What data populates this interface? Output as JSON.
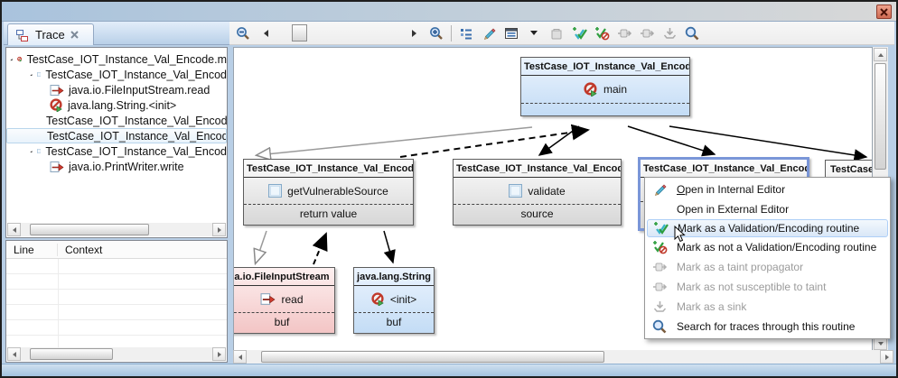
{
  "window": {
    "close_glyph": "x"
  },
  "tab": {
    "label": "Trace",
    "close_glyph": "✕"
  },
  "toolbar": {
    "icons": [
      "zoom-out",
      "scroll-left",
      "zoom-slider",
      "scroll-right",
      "zoom-in",
      "outline-list",
      "marker-pencil",
      "view-menu",
      "dropdown-arrow",
      "clear-markers-disabled",
      "mark-validation",
      "mark-not-validation",
      "taint-propagator-disabled",
      "not-susceptible-disabled",
      "sink-disabled",
      "search"
    ]
  },
  "tree": {
    "items": [
      {
        "label": "TestCase_IOT_Instance_Val_Encode.m"
      },
      {
        "label": "TestCase_IOT_Instance_Val_Encod"
      },
      {
        "label": "java.io.FileInputStream.read"
      },
      {
        "label": "java.lang.String.<init>"
      },
      {
        "label": "TestCase_IOT_Instance_Val_Encod"
      },
      {
        "label": "TestCase_IOT_Instance_Val_Encod"
      },
      {
        "label": "TestCase_IOT_Instance_Val_Encod"
      },
      {
        "label": "java.io.PrintWriter.write"
      }
    ]
  },
  "table": {
    "columns": {
      "line": "Line",
      "context": "Context"
    }
  },
  "graph": {
    "nodes": [
      {
        "title": "TestCase_IOT_Instance_Val_Encode",
        "method": "main",
        "port": ""
      },
      {
        "title": "TestCase_IOT_Instance_Val_Encode",
        "method": "getVulnerableSource",
        "port": "return value"
      },
      {
        "title": "TestCase_IOT_Instance_Val_Encode",
        "method": "validate",
        "port": "source"
      },
      {
        "title": "TestCase_IOT_Instance_Val_Encode",
        "method": "",
        "port": ""
      },
      {
        "title": "TestCase_I",
        "method": "",
        "port": ""
      },
      {
        "title": "a.io.FileInputStream",
        "method": "read",
        "port": "buf"
      },
      {
        "title": "java.lang.String",
        "method": "<init>",
        "port": "buf"
      }
    ]
  },
  "menu": {
    "items": [
      {
        "label_accel": "O",
        "label_rest": "pen in Internal Editor"
      },
      {
        "label": "Open in External Editor"
      },
      {
        "label": "Mark as a Validation/Encoding routine"
      },
      {
        "label": "Mark as not a Validation/Encoding routine"
      },
      {
        "label": "Mark as a taint propagator"
      },
      {
        "label": "Mark as not susceptible to taint"
      },
      {
        "label": "Mark as a sink"
      },
      {
        "label": "Search for traces through this routine"
      }
    ]
  },
  "colors": {
    "selection_border": "#7a96d8",
    "node_blue": "#c3dcf5",
    "node_pink": "#f3c5c5",
    "node_gray": "#d7d7d7",
    "menu_highlight": "#d9e7f7",
    "accent_green": "#2e9e3e",
    "accent_red": "#c0392b"
  }
}
